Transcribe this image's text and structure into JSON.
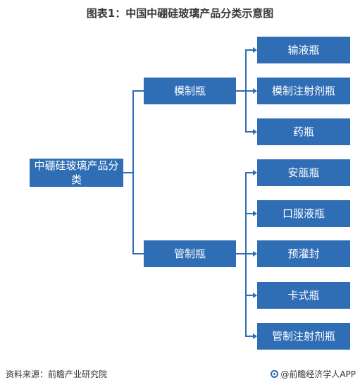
{
  "title": "图表1：中国中硼硅玻璃产品分类示意图",
  "root": {
    "label": "中硼硅玻璃产品分类"
  },
  "branches": [
    {
      "label": "模制瓶",
      "children": [
        "输液瓶",
        "模制注射剂瓶",
        "药瓶"
      ]
    },
    {
      "label": "管制瓶",
      "children": [
        "安瓿瓶",
        "口服液瓶",
        "预灌封",
        "卡式瓶",
        "管制注射剂瓶"
      ]
    }
  ],
  "footer": {
    "source": "资料来源：前瞻产业研究院",
    "brand": "@前瞻经济学人APP"
  },
  "colors": {
    "box": "#2f6db5",
    "line": "#2f6db5"
  }
}
